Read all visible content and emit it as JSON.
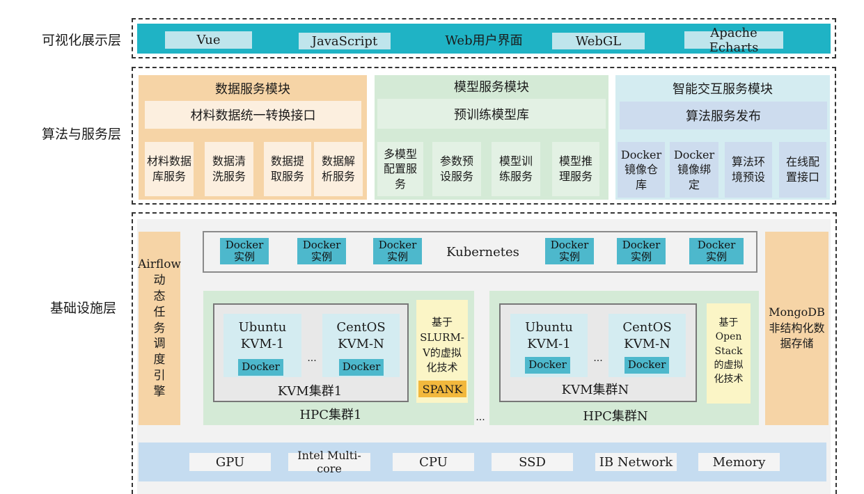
{
  "layers": {
    "vis": {
      "label": "可视化展示层",
      "center_label": "Web用户界面",
      "items": [
        "Vue",
        "JavaScript",
        "WebGL",
        "Apache Echarts"
      ]
    },
    "algo": {
      "label": "算法与服务层",
      "data_module": {
        "title": "数据服务模块",
        "interface": "材料数据统一转换接口",
        "services": [
          "材料数据\n库服务",
          "数据清\n洗服务",
          "数据提\n取服务",
          "数据解\n析服务"
        ]
      },
      "model_module": {
        "title": "模型服务模块",
        "library": "预训练模型库",
        "services": [
          "多模型\n配置服\n务",
          "参数预\n设服务",
          "模型训\n练服务",
          "模型推\n理服务"
        ]
      },
      "smart_module": {
        "title": "智能交互服务模块",
        "publish": "算法服务发布",
        "services": [
          "Docker\n镜像仓\n库",
          "Docker\n镜像绑\n定",
          "算法环\n境预设",
          "在线配\n置接口"
        ]
      }
    },
    "infra": {
      "label": "基础设施层",
      "airflow": "Airflow\n动\n态\n任\n务\n调\n度\n引\n擎",
      "kubernetes": "Kubernetes",
      "docker_instance": "Docker\n实例",
      "hpc1": {
        "label": "HPC集群1",
        "kvm_label": "KVM集群1",
        "vm1": "Ubuntu\nKVM-1",
        "vmn": "CentOS\nKVM-N",
        "docker": "Docker",
        "ellipsis": "...",
        "note": "基于\nSLURM-\nV的虚拟\n化技术",
        "spank": "SPANK"
      },
      "between_ellipsis": "...",
      "hpcn": {
        "label": "HPC集群N",
        "kvm_label": "KVM集群N",
        "vm1": "Ubuntu\nKVM-1",
        "vmn": "CentOS\nKVM-N",
        "docker": "Docker",
        "ellipsis": "...",
        "note": "基于\nOpen\nStack\n的虚拟\n化技术"
      },
      "mongodb": "MongoDB\n非结构化数\n据存储",
      "hardware": [
        "GPU",
        "Intel Multi-core",
        "CPU",
        "SSD",
        "IB Network",
        "Memory"
      ]
    }
  },
  "colors": {
    "teal": "#1fb3c5",
    "docker_chip": "#4db8cc",
    "orange": "#f6d4a6",
    "orange_dark": "#f2c27f",
    "green": "#d4ead6",
    "blue_light": "#d4ecf1",
    "blue_pub": "#cddcee",
    "hw_blue": "#c5dcf0",
    "yellow_note": "#fbf5c6",
    "spank": "#f2b83d"
  }
}
